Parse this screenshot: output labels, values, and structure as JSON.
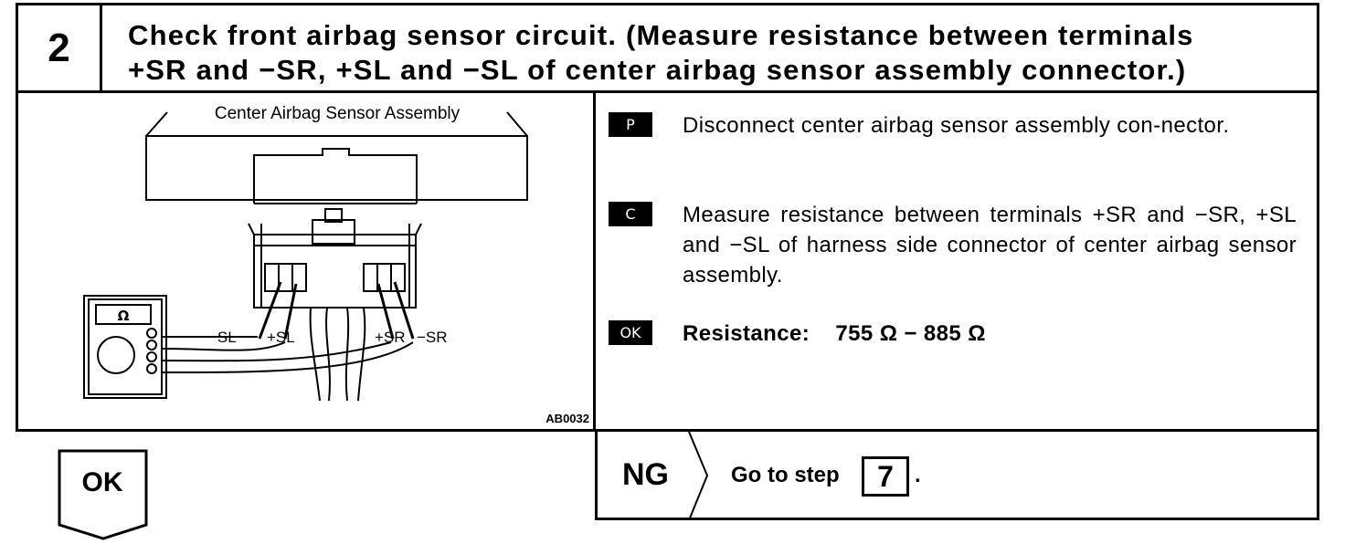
{
  "step": {
    "number": "2",
    "title_line1": "Check front airbag sensor circuit. (Measure resistance between terminals",
    "title_line2": "+SR and −SR, +SL and −SL of center airbag sensor assembly connector.)"
  },
  "diagram": {
    "assembly_label": "Center Airbag Sensor Assembly",
    "meter_symbol": "Ω",
    "labels": {
      "minus_sl": "−SL",
      "plus_sl": "+SL",
      "plus_sr": "+SR",
      "minus_sr": "−SR"
    },
    "figure_code": "AB0032"
  },
  "instructions": [
    {
      "badge": "P",
      "text": "Disconnect center airbag sensor assembly con-nector."
    },
    {
      "badge": "C",
      "text": "Measure resistance between terminals +SR and −SR, +SL and −SL of harness side connector of center airbag sensor assembly."
    }
  ],
  "ok_spec": {
    "badge": "OK",
    "label": "Resistance:",
    "value": "755 Ω − 885 Ω"
  },
  "ng_branch": {
    "label": "NG",
    "goto_text": "Go to step",
    "goto_step": "7",
    "suffix": "."
  },
  "ok_branch": {
    "label": "OK"
  }
}
